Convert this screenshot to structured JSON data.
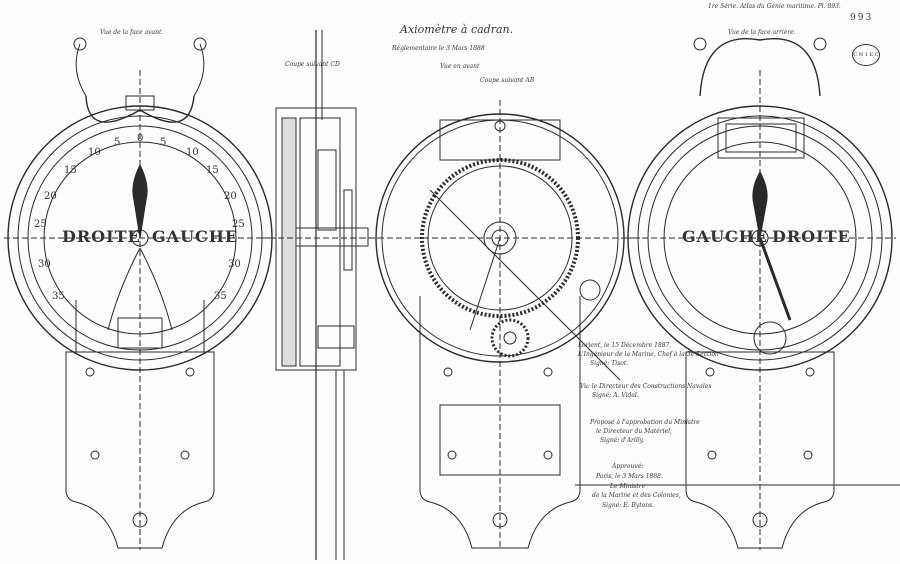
{
  "header": {
    "series": "1re Série. Atlas du Génie maritime. Pl. 893.",
    "plate_number": "993",
    "title": "Axiomètre à cadran.",
    "subtitle": "Réglementaire le 3 Mars 1888",
    "stamp": "C N 1 E C"
  },
  "views": {
    "front": "Vue de la face avant.",
    "rear": "Vue de la face arrière.",
    "section_cd": "Coupe suivant CD",
    "section_ab": "Coupe suivant AB",
    "worm_note": "Vue en avant"
  },
  "dial": {
    "front_left_word": "DROITE",
    "front_right_word": "GAUCHE",
    "rear_left_word": "GAUCHE",
    "rear_right_word": "DROITE",
    "ticks_left": [
      "0",
      "5",
      "10",
      "15",
      "20",
      "25",
      "30",
      "35"
    ],
    "ticks_right": [
      "5",
      "10",
      "15",
      "20",
      "25",
      "30",
      "35"
    ]
  },
  "signatures": {
    "block1": [
      "Lorient, le 15 Décembre 1887.",
      "L'Ingénieur de la Marine, Chef à la 3e Section",
      "Signé: Tisot."
    ],
    "block2": [
      "Vu: le Directeur des Constructions Navales",
      "Signé: A. Vidal."
    ],
    "block3": [
      "Proposé à l'approbation du Ministre",
      "le Directeur du Matériel,",
      "Signé: d'Arilly."
    ],
    "block4": [
      "Approuvé:",
      "Paris, le 3 Mars 1888.",
      "Le Ministre",
      "de la Marine et des Colonies,",
      "Signé: E. Bytons."
    ]
  }
}
